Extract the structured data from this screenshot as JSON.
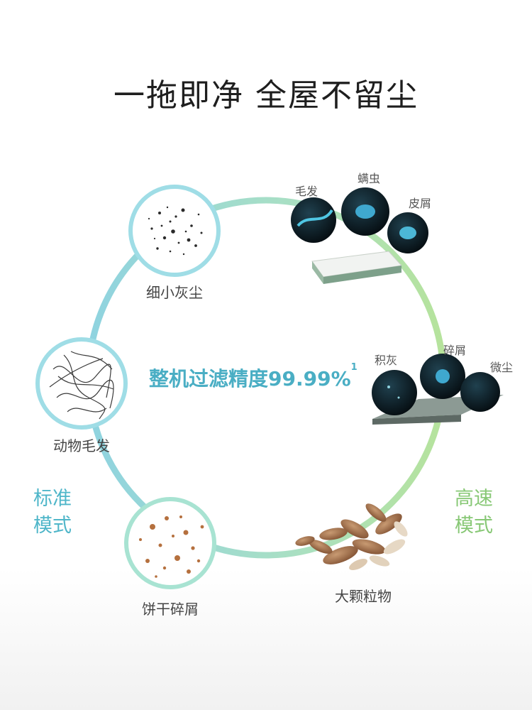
{
  "headline": "一拖即净 全屋不留尘",
  "filtration": {
    "text": "整机过滤精度99.99%",
    "footnote": "1"
  },
  "modes": {
    "standard": [
      "标准",
      "模式"
    ],
    "high_speed": [
      "高速",
      "模式"
    ]
  },
  "debris": {
    "fine_dust": "细小灰尘",
    "pet_hair": "动物毛发",
    "biscuit_crumbs": "饼干碎屑",
    "large_particles": "大颗粒物"
  },
  "mattress": {
    "hair": "毛发",
    "mites": "螨虫",
    "dander": "皮屑"
  },
  "floor": {
    "accumulated_dust": "积灰",
    "crumbs": "碎屑",
    "micro_dust": "微尘"
  },
  "colors": {
    "teal": "#4fb6c9",
    "green": "#88c876"
  }
}
